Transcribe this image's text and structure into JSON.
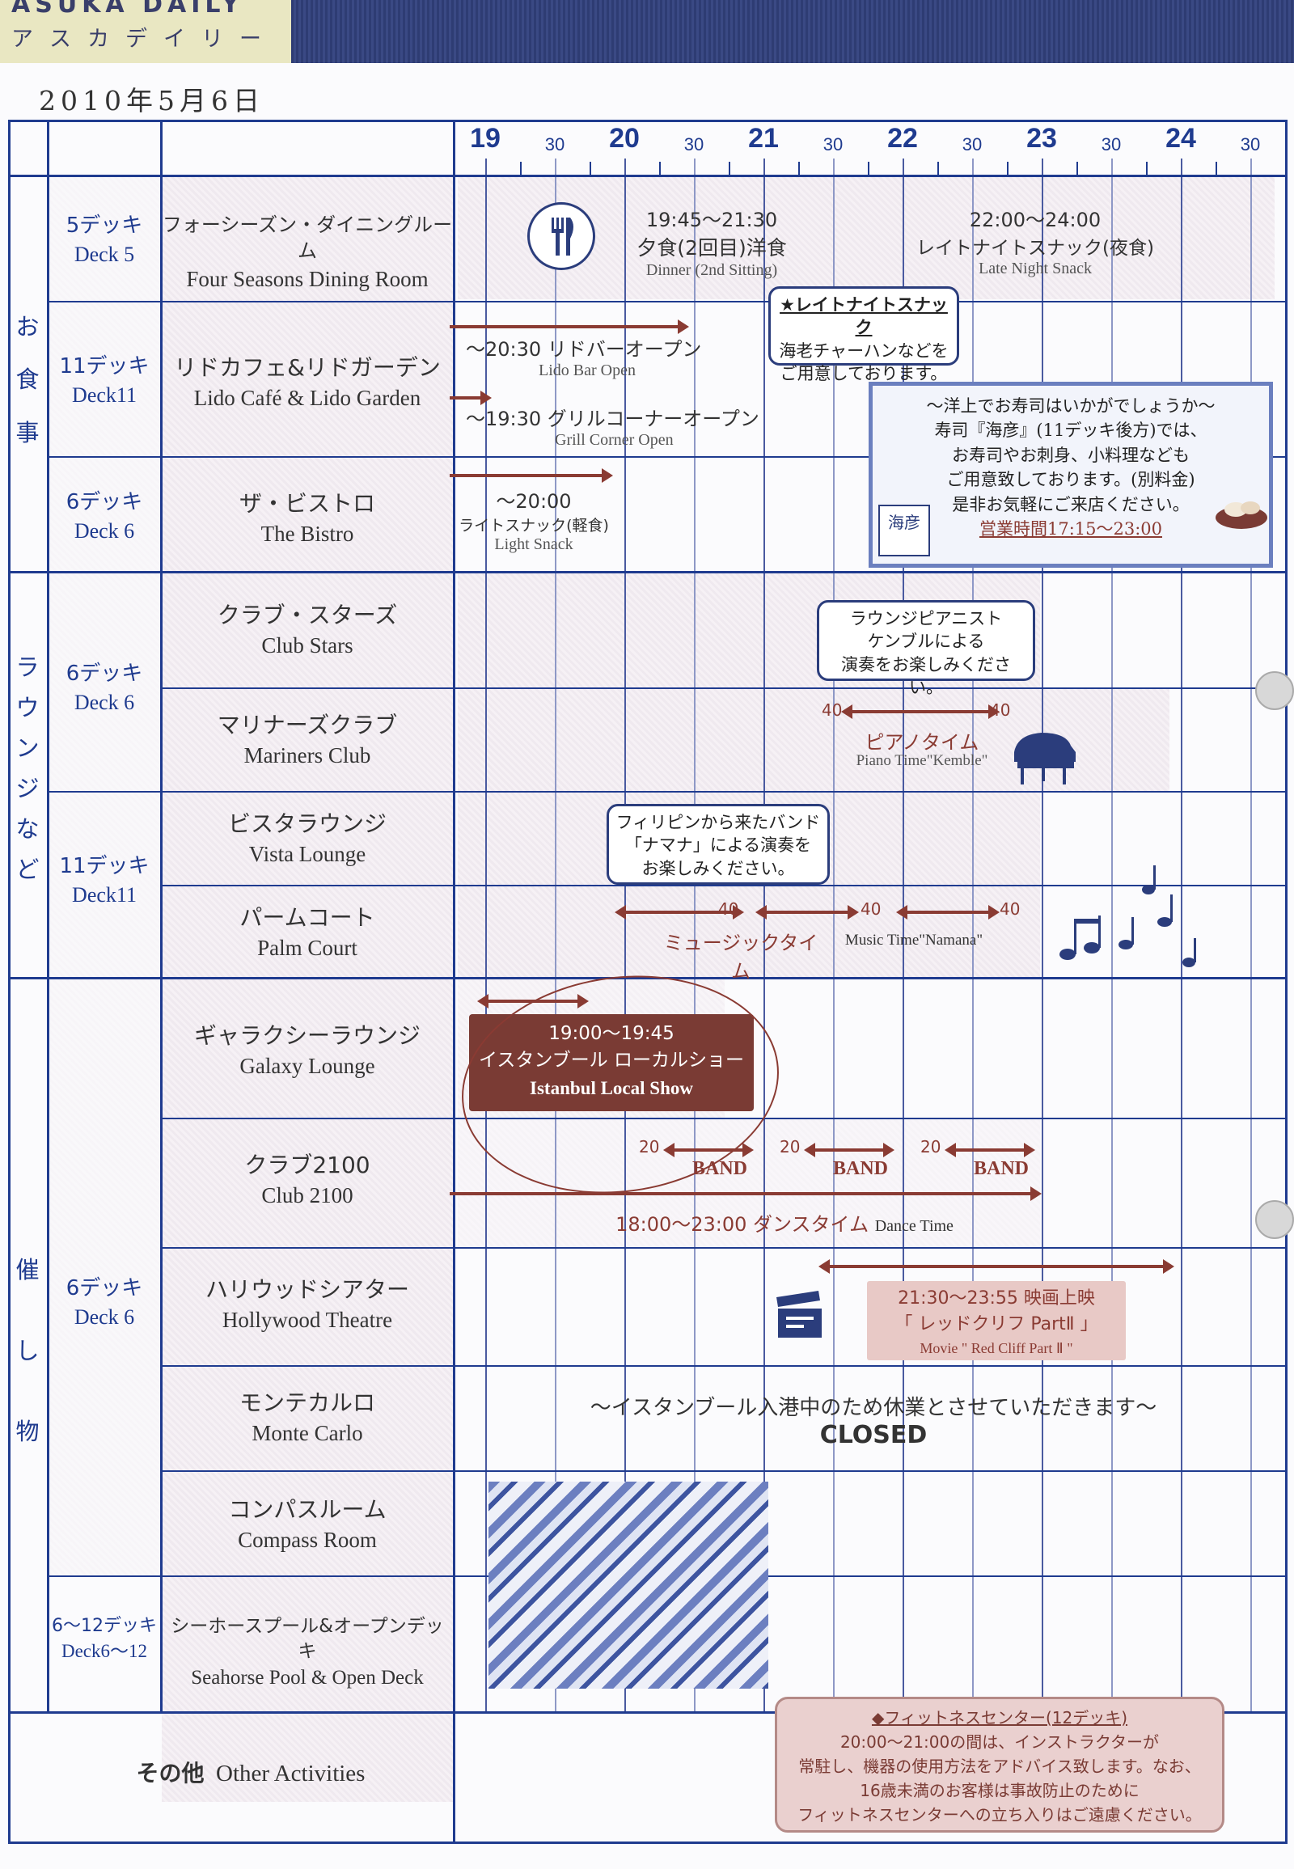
{
  "header": {
    "title": "ASUKA DAILY",
    "subtitle": "アスカデイリー",
    "date": "2010年5月6日"
  },
  "time_axis": {
    "major": [
      "19",
      "20",
      "21",
      "22",
      "23",
      "24"
    ],
    "minor": [
      "30",
      "30",
      "30",
      "30",
      "30",
      "30"
    ]
  },
  "categories": {
    "dining": "お食事",
    "lounge": "ラウンジなど",
    "events": "催し物"
  },
  "decks": {
    "d5": {
      "jp": "5デッキ",
      "en": "Deck 5"
    },
    "d11a": {
      "jp": "11デッキ",
      "en": "Deck11"
    },
    "d6a": {
      "jp": "6デッキ",
      "en": "Deck 6"
    },
    "d6b": {
      "jp": "6デッキ",
      "en": "Deck 6"
    },
    "d11b": {
      "jp": "11デッキ",
      "en": "Deck11"
    },
    "d6c": {
      "jp": "6デッキ",
      "en": "Deck 6"
    },
    "d612": {
      "jp": "6〜12デッキ",
      "en": "Deck6〜12"
    }
  },
  "venues": {
    "four_seasons": {
      "jp": "フォーシーズン・ダイニングルーム",
      "en": "Four Seasons Dining Room"
    },
    "lido": {
      "jp": "リドカフェ&リドガーデン",
      "en": "Lido Café & Lido Garden"
    },
    "bistro": {
      "jp": "ザ・ビストロ",
      "en": "The Bistro"
    },
    "club_stars": {
      "jp": "クラブ・スターズ",
      "en": "Club Stars"
    },
    "mariners": {
      "jp": "マリナーズクラブ",
      "en": "Mariners Club"
    },
    "vista": {
      "jp": "ビスタラウンジ",
      "en": "Vista Lounge"
    },
    "palm": {
      "jp": "パームコート",
      "en": "Palm Court"
    },
    "galaxy": {
      "jp": "ギャラクシーラウンジ",
      "en": "Galaxy Lounge"
    },
    "club2100": {
      "jp": "クラブ2100",
      "en": "Club 2100"
    },
    "hollywood": {
      "jp": "ハリウッドシアター",
      "en": "Hollywood Theatre"
    },
    "monte": {
      "jp": "モンテカルロ",
      "en": "Monte Carlo"
    },
    "compass": {
      "jp": "コンパスルーム",
      "en": "Compass Room"
    },
    "seahorse": {
      "jp": "シーホースプール&オープンデッキ",
      "en": "Seahorse Pool & Open Deck"
    },
    "other": {
      "jp": "その他",
      "en": "Other Activities"
    }
  },
  "events": {
    "dinner_time": "19:45〜21:30",
    "dinner_jp": "夕食(2回目)洋食",
    "dinner_en": "Dinner (2nd Sitting)",
    "late_time": "22:00〜24:00",
    "late_jp": "レイトナイトスナック(夜食)",
    "late_en": "Late Night Snack",
    "late_note": [
      "★レイトナイトスナック",
      "海老チャーハンなどを",
      "ご用意しております。"
    ],
    "lido_bar_jp": "〜20:30 リドバーオープン",
    "lido_bar_en": "Lido Bar Open",
    "grill_jp": "〜19:30 グリルコーナーオープン",
    "grill_en": "Grill Corner Open",
    "bistro_time": "〜20:00",
    "bistro_jp": "ライトスナック(軽食)",
    "bistro_en": "Light Snack",
    "sushi": [
      "〜洋上でお寿司はいかがでしょうか〜",
      "寿司『海彦』(11デッキ後方)では、",
      "お寿司やお刺身、小料理なども",
      "ご用意致しております。(別料金)",
      "是非お気軽にご来店ください。",
      "営業時間17:15〜23:00"
    ],
    "sushi_logo": "海彦",
    "pianist_note": [
      "ラウンジピアニスト",
      "ケンブルによる",
      "演奏をお楽しみください。"
    ],
    "piano_40a": "40",
    "piano_40b": "40",
    "piano_jp": "ピアノタイム",
    "piano_en": "Piano Time\"Kemble\"",
    "band_note": [
      "フィリピンから来たバンド",
      "「ナマナ」による演奏を",
      "お楽しみください。"
    ],
    "music_40a": "40",
    "music_40b": "40",
    "music_40c": "40",
    "music_jp": "ミュージックタイム",
    "music_en": "Music Time\"Namana\"",
    "show": [
      "19:00〜19:45",
      "イスタンブール ローカルショー",
      "Istanbul Local Show"
    ],
    "band_20a": "20",
    "band_20b": "20",
    "band_20c": "20",
    "band_label": "BAND",
    "dance_time": "18:00〜23:00",
    "dance_jp": "ダンスタイム",
    "dance_en": "Dance Time",
    "movie": [
      "21:30〜23:55 映画上映",
      "「 レッドクリフ PartⅡ 」",
      "Movie \" Red Cliff Part Ⅱ \""
    ],
    "closed_jp": "〜イスタンブール入港中のため休業とさせていただきます〜",
    "closed_en": "CLOSED",
    "fitness": [
      "◆フィットネスセンター(12デッキ)",
      "20:00〜21:00の間は、インストラクターが",
      "常駐し、機器の使用方法をアドバイス致します。なお、",
      "16歳未満のお客様は事故防止のために",
      "フィットネスセンターへの立ち入りはご遠慮ください。"
    ]
  },
  "colors": {
    "navy": "#1f3b8f",
    "maroon": "#8a3b33",
    "header_band": "#2e3c73"
  },
  "icons": [
    "cutlery-icon",
    "piano-icon",
    "music-notes-icon",
    "clapperboard-icon",
    "sushi-dish-icon"
  ]
}
